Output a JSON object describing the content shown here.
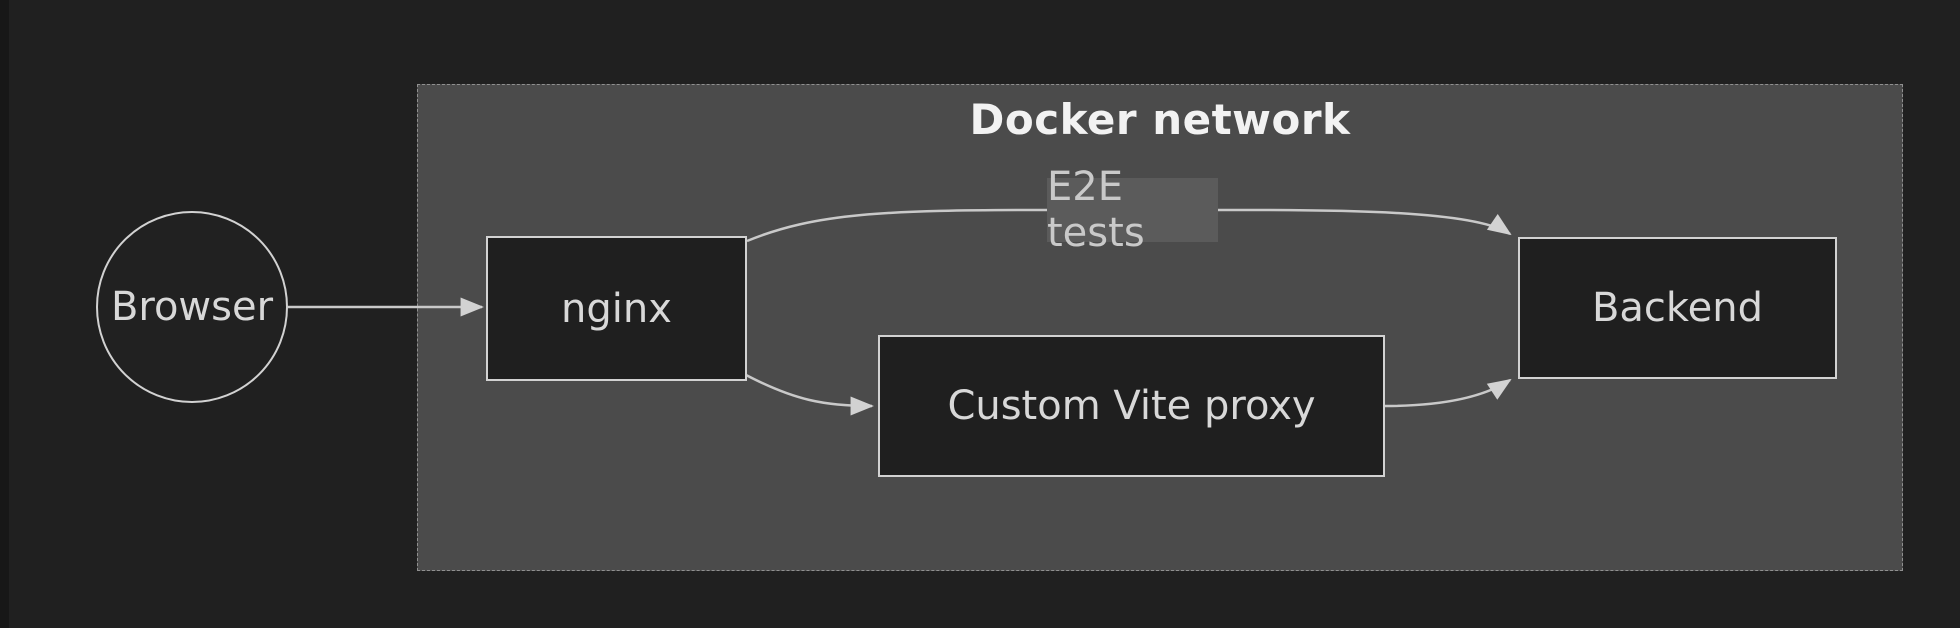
{
  "diagram": {
    "cluster": {
      "title": "Docker network"
    },
    "nodes": {
      "browser": {
        "label": "Browser",
        "shape": "circle"
      },
      "nginx": {
        "label": "nginx",
        "shape": "rect"
      },
      "vite_proxy": {
        "label": "Custom Vite proxy",
        "shape": "rect"
      },
      "backend": {
        "label": "Backend",
        "shape": "rect"
      }
    },
    "edges": [
      {
        "from": "browser",
        "to": "nginx",
        "label": ""
      },
      {
        "from": "nginx",
        "to": "backend",
        "label": "E2E tests"
      },
      {
        "from": "nginx",
        "to": "vite_proxy",
        "label": ""
      },
      {
        "from": "vite_proxy",
        "to": "backend",
        "label": ""
      }
    ],
    "e2e_edge_label": "E2E tests",
    "colors": {
      "page_background": "#202020",
      "left_edge_strip": "#171717",
      "cluster_fill": "#4b4b4b",
      "cluster_border": "#909090",
      "cluster_title_text": "#f2f2f2",
      "node_fill": "#1f1f1f",
      "node_border": "#d2d2d2",
      "node_text": "#d8d8d8",
      "edge_stroke": "#c9c9c9",
      "arrowhead_fill": "#d2d2d2",
      "edge_label_background": "#5b5b5b",
      "edge_label_text": "#c9c9c9"
    }
  }
}
